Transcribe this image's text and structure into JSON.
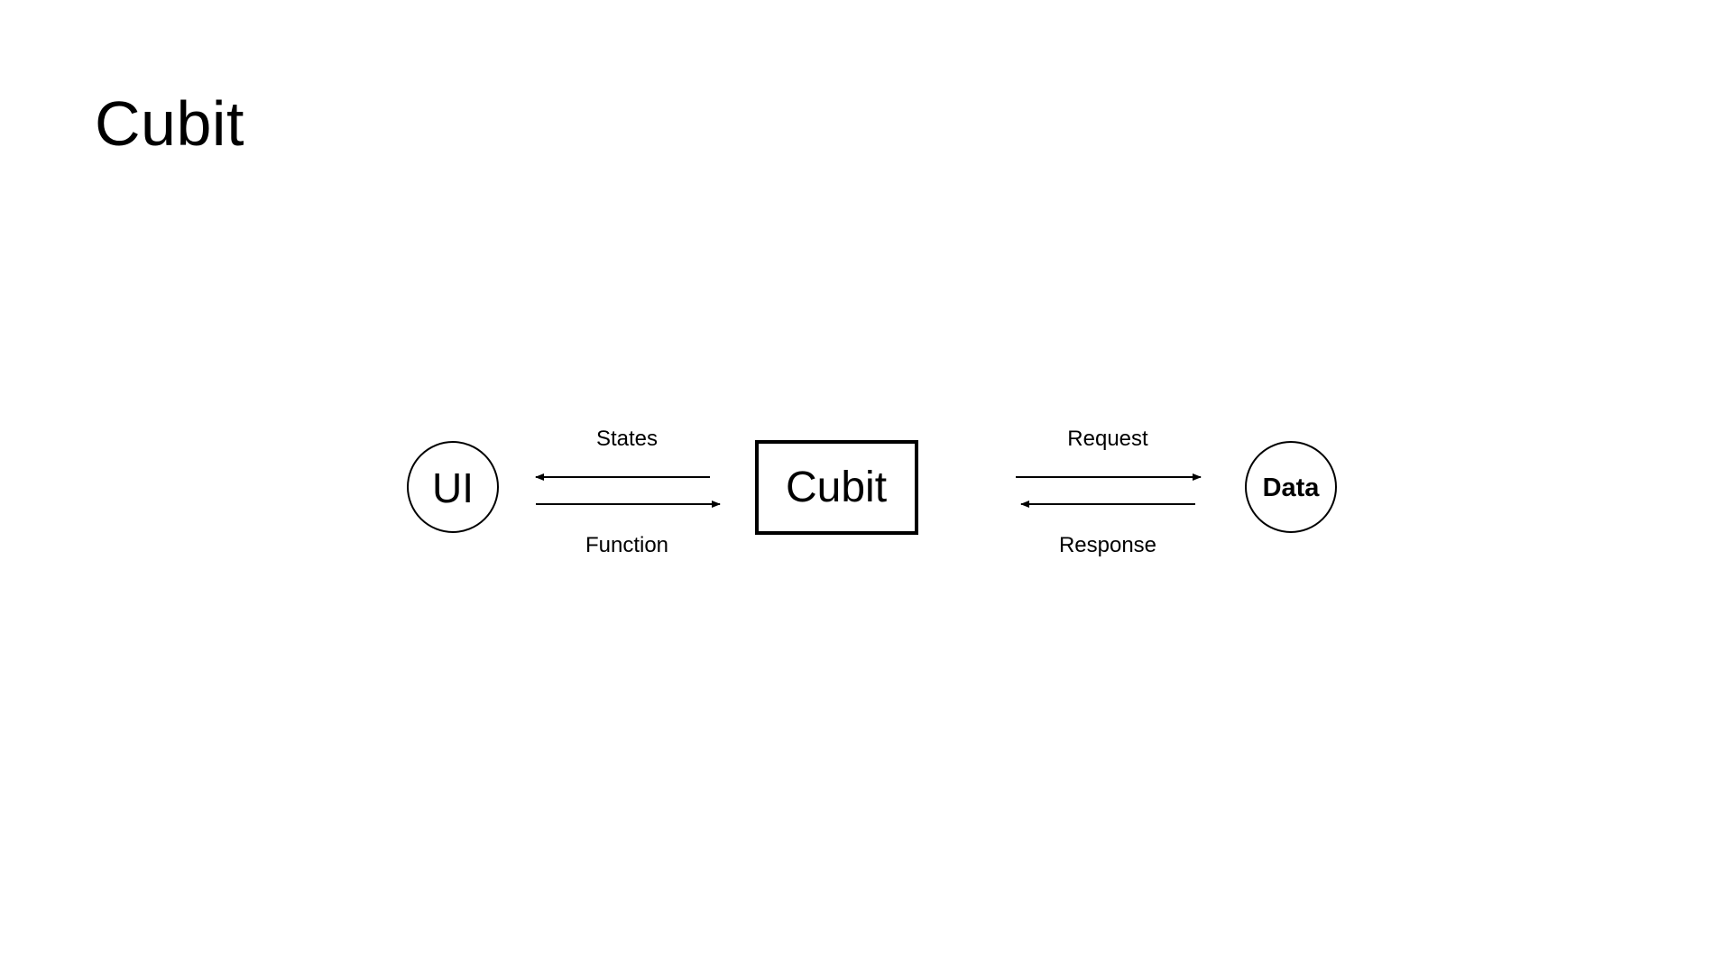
{
  "slide": {
    "title": "Cubit"
  },
  "diagram": {
    "nodes": {
      "ui": "UI",
      "cubit": "Cubit",
      "data": "Data"
    },
    "edges": {
      "states": "States",
      "function": "Function",
      "request": "Request",
      "response": "Response"
    }
  }
}
